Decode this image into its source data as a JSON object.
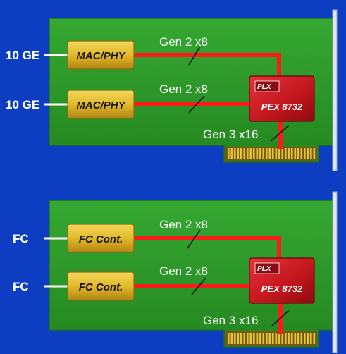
{
  "colors": {
    "background": "#0d3ec2",
    "board": "#2e9a2c",
    "board_edge": "#1e6e1c",
    "chip": "#e2b92a",
    "switch": "#c0151c",
    "trace": "#ff1a1a",
    "connector_pins": "#e8c23a"
  },
  "icons": [
    "plx-logo-icon"
  ],
  "cards": [
    {
      "ports": [
        {
          "port_label": "10 GE",
          "chip_label": "MAC/PHY",
          "link_label": "Gen 2 x8"
        },
        {
          "port_label": "10 GE",
          "chip_label": "MAC/PHY",
          "link_label": "Gen 2 x8"
        }
      ],
      "switch": {
        "logo_text": "PLX",
        "model_label": "PEX 8732"
      },
      "uplink_label": "Gen 3 x16"
    },
    {
      "ports": [
        {
          "port_label": "FC",
          "chip_label": "FC Cont.",
          "link_label": "Gen 2 x8"
        },
        {
          "port_label": "FC",
          "chip_label": "FC Cont.",
          "link_label": "Gen 2 x8"
        }
      ],
      "switch": {
        "logo_text": "PLX",
        "model_label": "PEX 8732"
      },
      "uplink_label": "Gen 3 x16"
    }
  ]
}
